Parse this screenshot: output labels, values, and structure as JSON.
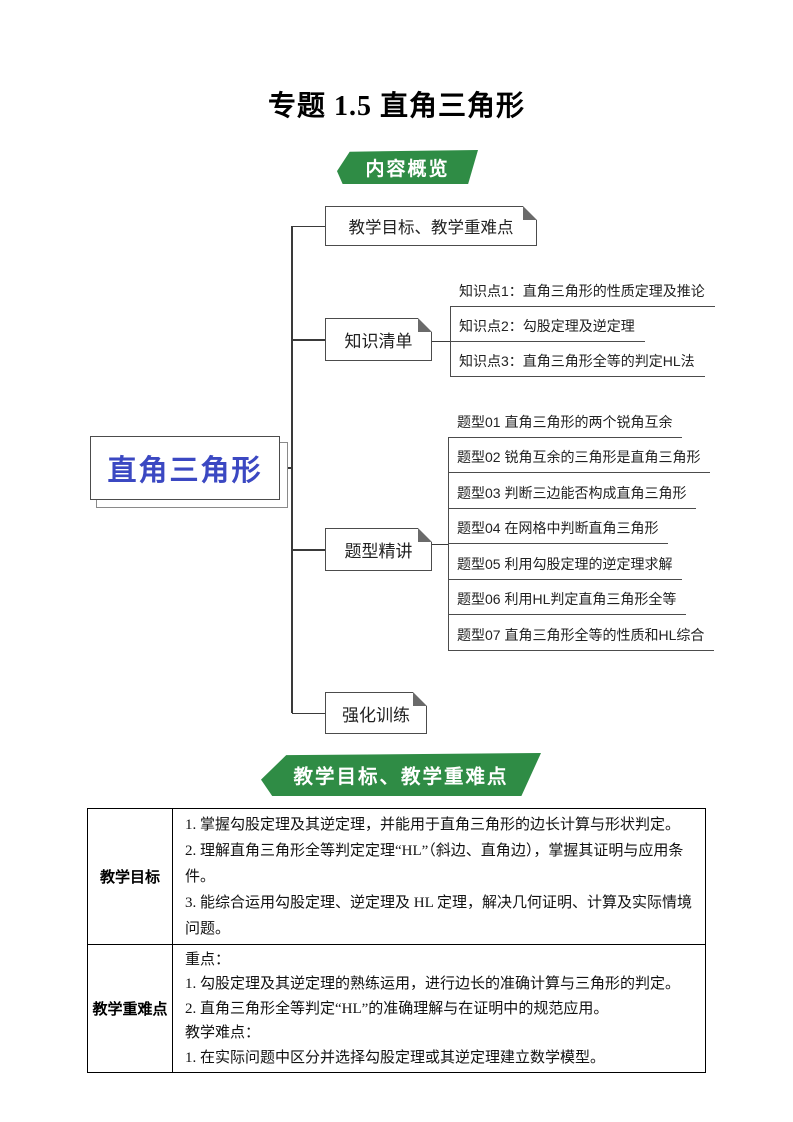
{
  "page": {
    "title": "专题 1.5 直角三角形"
  },
  "banners": {
    "overview": "内容概览",
    "objectives": "教学目标、教学重难点"
  },
  "colors": {
    "banner_green": "#2f8c45",
    "root_blue": "#3b48c2",
    "line_gray": "#4c4c4c"
  },
  "mindmap": {
    "root": "直角三角形",
    "branches": [
      {
        "label": "教学目标、教学重难点",
        "children": []
      },
      {
        "label": "知识清单",
        "children": [
          "知识点1：直角三角形的性质定理及推论",
          "知识点2：勾股定理及逆定理",
          "知识点3：直角三角形全等的判定HL法"
        ]
      },
      {
        "label": "题型精讲",
        "children": [
          "题型01 直角三角形的两个锐角互余",
          "题型02 锐角互余的三角形是直角三角形",
          "题型03 判断三边能否构成直角三角形",
          "题型04 在网格中判断直角三角形",
          "题型05 利用勾股定理的逆定理求解",
          "题型06 利用HL判定直角三角形全等",
          "题型07 直角三角形全等的性质和HL综合"
        ]
      },
      {
        "label": "强化训练",
        "children": []
      }
    ]
  },
  "table": {
    "rows": [
      {
        "header": "教学目标",
        "lines": [
          "1. 掌握勾股定理及其逆定理，并能用于直角三角形的边长计算与形状判定。",
          "2. 理解直角三角形全等判定定理“HL”（斜边、直角边），掌握其证明与应用条件。",
          "3. 能综合运用勾股定理、逆定理及 HL 定理，解决几何证明、计算及实际情境问题。"
        ]
      },
      {
        "header": "教学重难点",
        "lines": [
          "重点：",
          "1. 勾股定理及其逆定理的熟练运用，进行边长的准确计算与三角形的判定。",
          "2. 直角三角形全等判定“HL”的准确理解与在证明中的规范应用。",
          "教学难点：",
          "1. 在实际问题中区分并选择勾股定理或其逆定理建立数学模型。"
        ]
      }
    ]
  }
}
